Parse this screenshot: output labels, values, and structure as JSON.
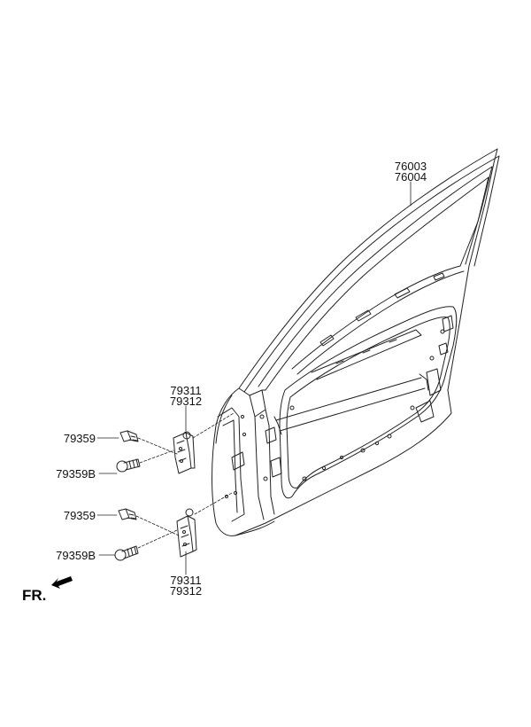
{
  "labels": {
    "door_a": "76003",
    "door_b": "76004",
    "hinge_upper_a": "79311",
    "hinge_upper_b": "79312",
    "bolt_upper_1": "79359",
    "bolt_upper_2": "79359B",
    "bolt_lower_1": "79359",
    "bolt_lower_2": "79359B",
    "hinge_lower_a": "79311",
    "hinge_lower_b": "79312",
    "front_marker": "FR."
  }
}
